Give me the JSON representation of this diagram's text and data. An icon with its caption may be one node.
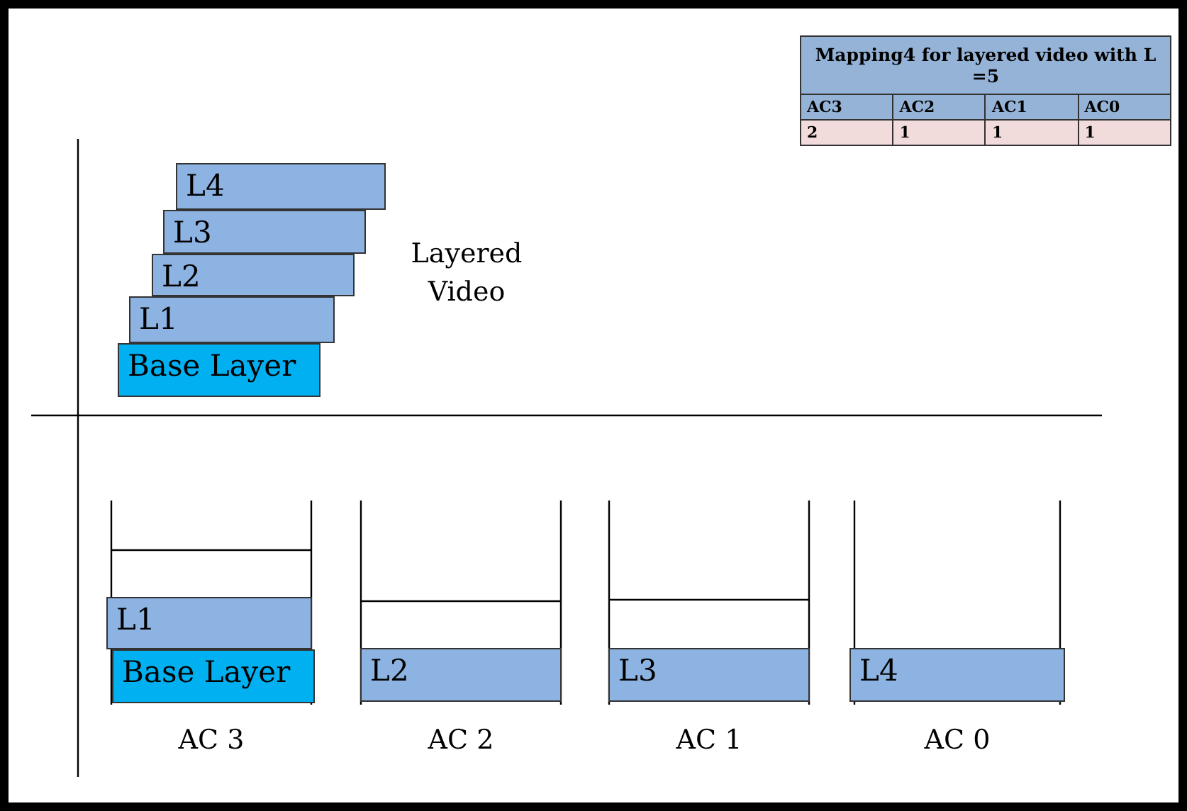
{
  "diagram": {
    "nodes": [
      {
        "text": [
          "L4"
        ]
      },
      {
        "text": [
          "L3"
        ]
      },
      {
        "text": [
          "L2"
        ]
      },
      {
        "text": [
          "L1"
        ]
      },
      {
        "text": [
          "Base Layer"
        ]
      },
      {
        "text": [
          "AC 3"
        ]
      },
      {
        "text": [
          "L1"
        ],
        "in": 5
      },
      {
        "text": [
          "Base Layer"
        ],
        "in": 5
      },
      {
        "text": [
          "AC 2"
        ]
      },
      {
        "text": [
          "L2"
        ],
        "in": 8
      },
      {
        "text": [
          "AC 1"
        ]
      },
      {
        "text": [
          "L3"
        ],
        "in": 10
      },
      {
        "text": [
          "AC 0"
        ]
      },
      {
        "text": [
          "L4"
        ],
        "in": 12
      }
    ],
    "edges": [],
    "labels": [
      "Mapping4 for layered video with L =5",
      "AC3",
      "AC2",
      "AC1",
      "AC0",
      "2",
      "1",
      "1",
      "1",
      "Layered Video"
    ]
  }
}
